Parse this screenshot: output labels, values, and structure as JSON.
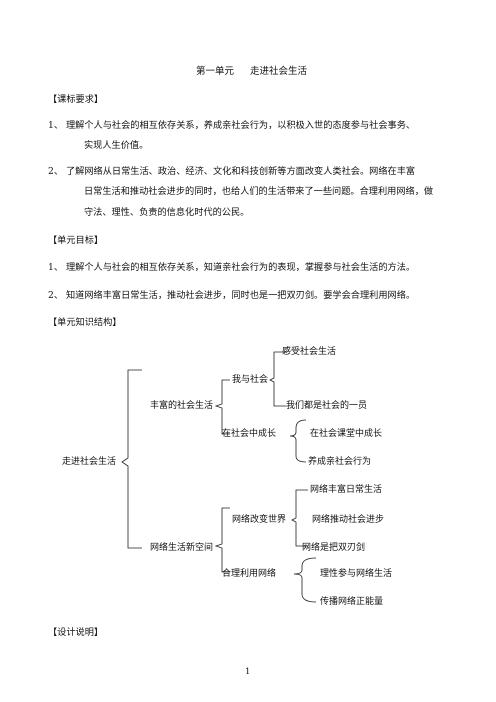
{
  "title_left": "第一单元",
  "title_right": "走进社会生活",
  "sections": {
    "curriculum": "【课标要求】",
    "unit_goals": "【单元目标】",
    "knowledge": "【单元知识结构】",
    "design": "【设计说明】"
  },
  "curriculum_items": [
    {
      "num": "1、",
      "line1": "理解个人与社会的相互依存关系，养成亲社会行为，以积极入世的态度参与社会事务、",
      "line2": "实现人生价值。"
    },
    {
      "num": "2、",
      "line1": "了解网络从日常生活、政治、经济、文化和科技创新等方面改变人类社会。网络在丰富",
      "line2": "日常生活和推动社会进步的同时，也给人们的生活带来了一些问题。合理利用网络，做",
      "line3": "守法、理性、负责的信息化时代的公民。"
    }
  ],
  "goal_items": [
    {
      "num": "1、",
      "text": "理解个人与社会的相互依存关系，知道亲社会行为的表现，掌握参与社会生活的方法。"
    },
    {
      "num": "2、",
      "text": "知道网络丰富日常生活，推动社会进步，同时也是一把双刃剑。要学会合理利用网络。"
    }
  ],
  "tree": {
    "root": "走进社会生活",
    "branch1": "丰富的社会生活",
    "b1_child1": "我与社会",
    "b1_c1_leaf1": "感受社会生活",
    "b1_c1_leaf2": "我们都是社会的一员",
    "b1_child2": "在社会中成长",
    "b1_c2_leaf1": "在社会课堂中成长",
    "b1_c2_leaf2": "养成亲社会行为",
    "branch2": "网络生活新空间",
    "b2_child1": "网络改变世界",
    "b2_c1_leaf1": "网络丰富日常生活",
    "b2_c1_leaf2": "网络推动社会进步",
    "b2_c1_leaf3": "网络是把双刃剑",
    "b2_child2": "合理利用网络",
    "b2_c2_leaf1": "理性参与网络生活",
    "b2_c2_leaf2": "传播网络正能量"
  },
  "page_number": "1"
}
